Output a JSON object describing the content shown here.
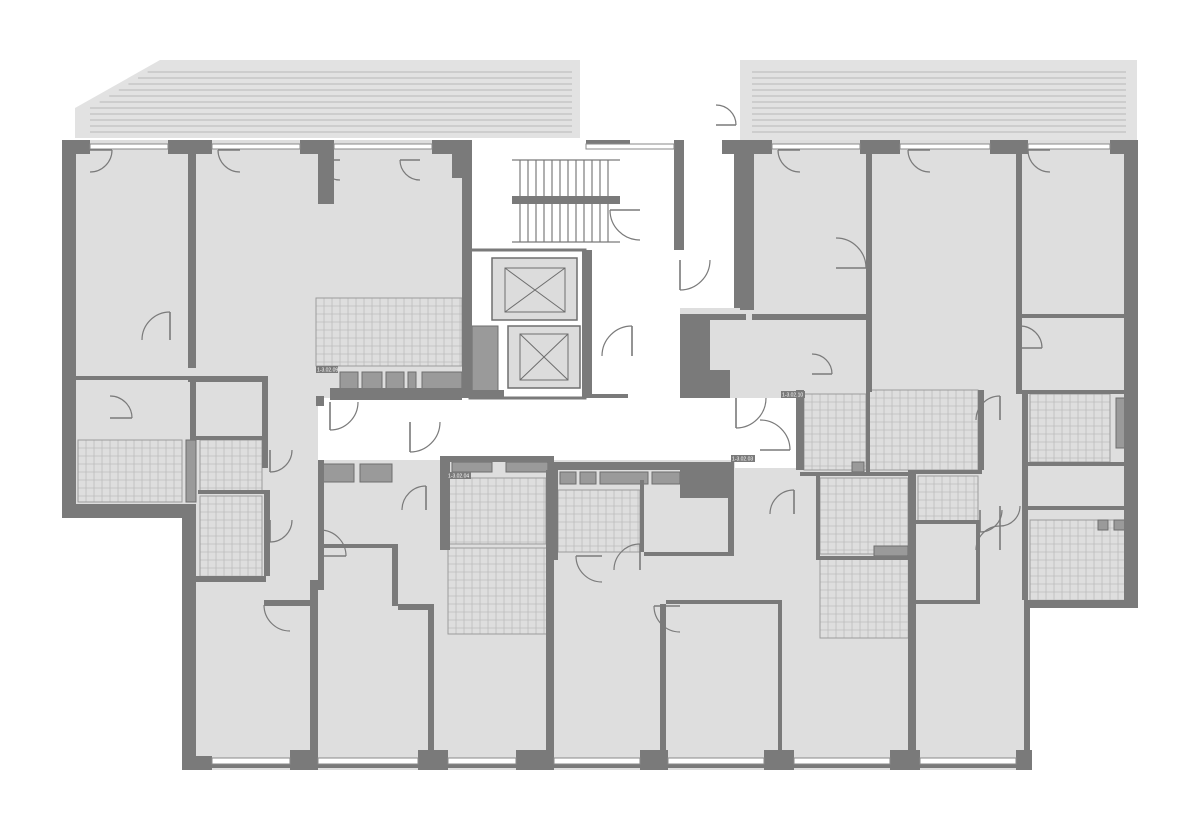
{
  "plan": {
    "labels": [
      {
        "id": "l1",
        "text": "1-3.02.09"
      },
      {
        "id": "l2",
        "text": "1-3.02.10"
      },
      {
        "id": "l3",
        "text": "1-3.02.04"
      },
      {
        "id": "l4",
        "text": "1-3.02.03"
      }
    ]
  },
  "colors": {
    "wall": "#7a7a7a",
    "room_fill": "#dedede",
    "corridor": "#ffffff",
    "tile_grid": "#bdbdbd",
    "terrace": "#e2e2e2"
  }
}
